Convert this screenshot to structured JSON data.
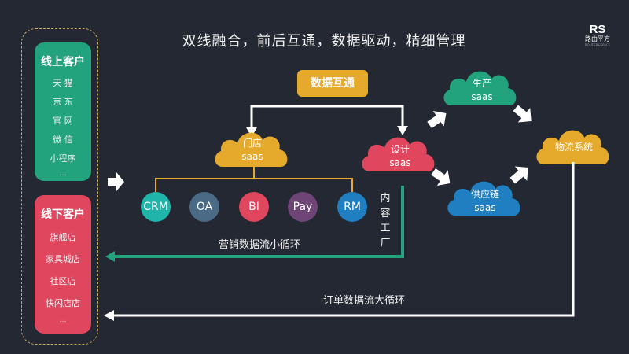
{
  "title": "双线融合，前后互通，数据驱动，精细管理",
  "logo": {
    "mark": "RS",
    "name": "路由平方",
    "sub": "ROUTER&SPACE"
  },
  "online": {
    "heading": "线上客户",
    "items": [
      "天 猫",
      "京 东",
      "官 网",
      "微 信",
      "小程序"
    ],
    "more": "…",
    "color": "#22a37e"
  },
  "offline": {
    "heading": "线下客户",
    "items": [
      "旗舰店",
      "家具城店",
      "社区店",
      "快闪店店"
    ],
    "more": "…",
    "color": "#e0475f"
  },
  "data_exchange": "数据互通",
  "clouds": {
    "store": {
      "line1": "门店",
      "line2": "saas",
      "color": "#e5aa2c"
    },
    "design": {
      "line1": "设计",
      "line2": "saas",
      "color": "#e0475f"
    },
    "production": {
      "line1": "生产",
      "line2": "saas",
      "color": "#22a37e"
    },
    "supply": {
      "line1": "供应链",
      "line2": "saas",
      "color": "#1f7fc1"
    },
    "logistics": {
      "line1": "物流系统",
      "color": "#e5aa2c"
    }
  },
  "modules": [
    {
      "label": "CRM",
      "color": "#1fb5ab"
    },
    {
      "label": "OA",
      "color": "#4b6a86"
    },
    {
      "label": "BI",
      "color": "#e0475f"
    },
    {
      "label": "Pay",
      "color": "#6e4576"
    },
    {
      "label": "RM",
      "color": "#1f7fc1"
    }
  ],
  "content_factory": [
    "内",
    "容",
    "工",
    "厂"
  ],
  "small_loop": "营销数据流小循环",
  "big_loop": "订单数据流大循环",
  "colors": {
    "background": "#232833",
    "teal_line": "#22a37e",
    "gold_line": "#e5aa2c",
    "white_line": "#ffffff"
  }
}
